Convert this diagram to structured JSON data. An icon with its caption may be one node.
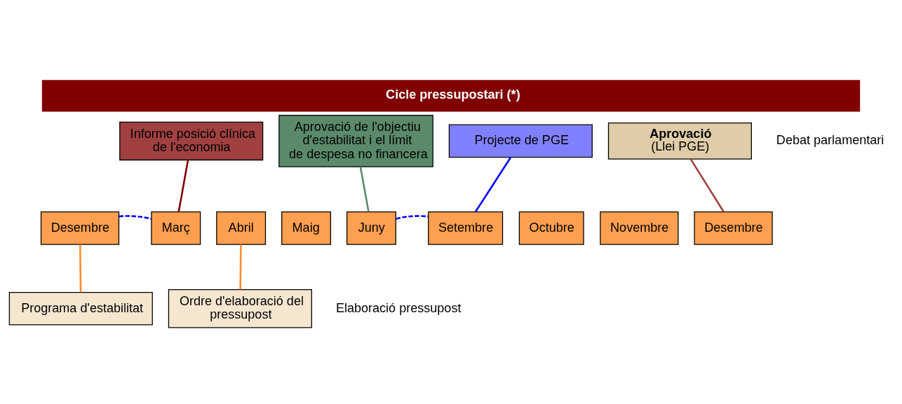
{
  "diagram": {
    "title": "Cicle pressupostari (*)",
    "nodes": [
      {
        "text": [
          "Informe posició clínica de l'economia"
        ]
      },
      {
        "text": [
          "Aprovació de l'objectiu d'estabilitat i el límit de despesa no financera"
        ]
      },
      {
        "text": [
          "Projecte de PGE"
        ]
      },
      {
        "text": [
          "Aprovació",
          "(Llei PGE)"
        ]
      },
      {
        "text": [
          "Desembre"
        ]
      },
      {
        "text": [
          "Març"
        ]
      },
      {
        "text": [
          "Abril"
        ]
      },
      {
        "text": [
          "Maig"
        ]
      },
      {
        "text": [
          "Juny"
        ]
      },
      {
        "text": [
          "Setembre"
        ]
      },
      {
        "text": [
          "Octubre"
        ]
      },
      {
        "text": [
          "Novembre"
        ]
      },
      {
        "text": [
          "Desembre"
        ]
      },
      {
        "text": [
          "Programa d'estabilitat"
        ]
      },
      {
        "text": [
          "Ordre d'elaboració del pressupost"
        ]
      }
    ],
    "edges": [
      {
        "from": 0,
        "to": 5,
        "arrow": "none",
        "color": "#800000"
      },
      {
        "from": 1,
        "to": 8,
        "arrow": "none",
        "color": "#5a8a6a"
      },
      {
        "from": 2,
        "to": 9,
        "arrow": "none",
        "color": "#0000ff"
      },
      {
        "from": 3,
        "to": 12,
        "arrow": "none",
        "color": "#a04040"
      },
      {
        "from": 4,
        "to": 5,
        "arrow": "none",
        "style": "dashed",
        "color": "#0000ff"
      },
      {
        "from": 8,
        "to": 9,
        "arrow": "none",
        "style": "dashed",
        "color": "#0000ff"
      },
      {
        "from": 4,
        "to": 13,
        "arrow": "none",
        "color": "#ff8c30"
      },
      {
        "from": 6,
        "to": 14,
        "arrow": "none",
        "color": "#ff8c30"
      }
    ],
    "labels": [
      "Debat parlamentari",
      "Elaboració pressupost"
    ]
  }
}
